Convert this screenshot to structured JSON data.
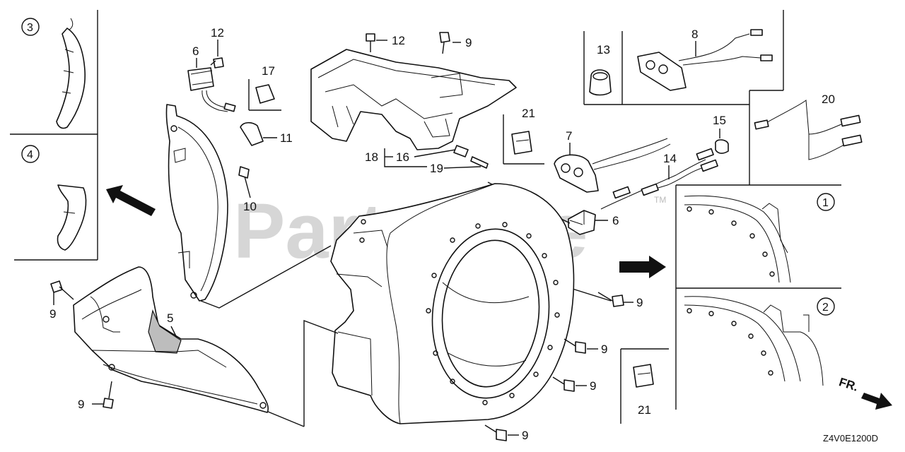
{
  "watermark": "PartsTree",
  "watermark_tm": "TM",
  "diagram_code": "Z4V0E1200D",
  "direction_label": "FR.",
  "callouts": {
    "c12a": "12",
    "c6a": "6",
    "c17": "17",
    "c11": "11",
    "c10": "10",
    "c12b": "12",
    "c9a": "9",
    "c18": "18",
    "c16": "16",
    "c19": "19",
    "c21a": "21",
    "c13": "13",
    "c8": "8",
    "c7": "7",
    "c15": "15",
    "c14": "14",
    "c6b": "6",
    "c20": "20",
    "c9b": "9",
    "c5": "5",
    "c9c": "9",
    "c9d": "9",
    "c9e": "9",
    "c9f": "9",
    "c9g": "9",
    "c21b": "21"
  },
  "circled": {
    "v1": "1",
    "v2": "2",
    "v3": "3",
    "v4": "4"
  },
  "colors": {
    "line": "#111111",
    "watermark": "#d6d6d6",
    "shade": "#bdbdbd"
  }
}
